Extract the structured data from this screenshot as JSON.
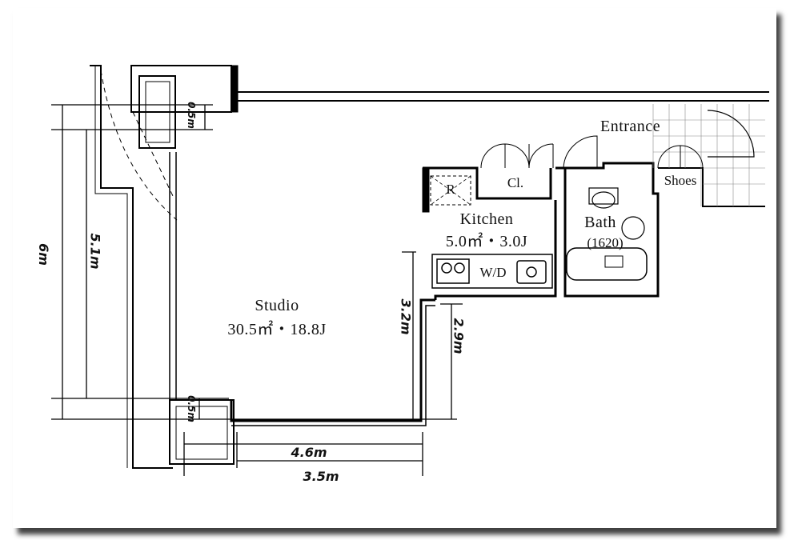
{
  "rooms": {
    "studio": {
      "name": "Studio",
      "area": "30.5㎡・18.8J"
    },
    "kitchen": {
      "name": "Kitchen",
      "area": "5.0㎡・3.0J"
    },
    "bath": {
      "name": "Bath",
      "note": "(1620)"
    },
    "entrance": {
      "name": "Entrance"
    },
    "closet": {
      "name": "Cl."
    },
    "shoes": {
      "name": "Shoes"
    },
    "refrigerator": {
      "name": "R"
    },
    "washer_dryer": {
      "name": "W/D"
    }
  },
  "dimensions": {
    "total_depth": "6m",
    "studio_depth": "5.1m",
    "balcony_top": "0.5m",
    "balcony_bottom": "0.5m",
    "kitchen_wall": "3.2m",
    "bath_wall": "2.9m",
    "width_upper": "4.6m",
    "width_lower": "3.5m"
  }
}
